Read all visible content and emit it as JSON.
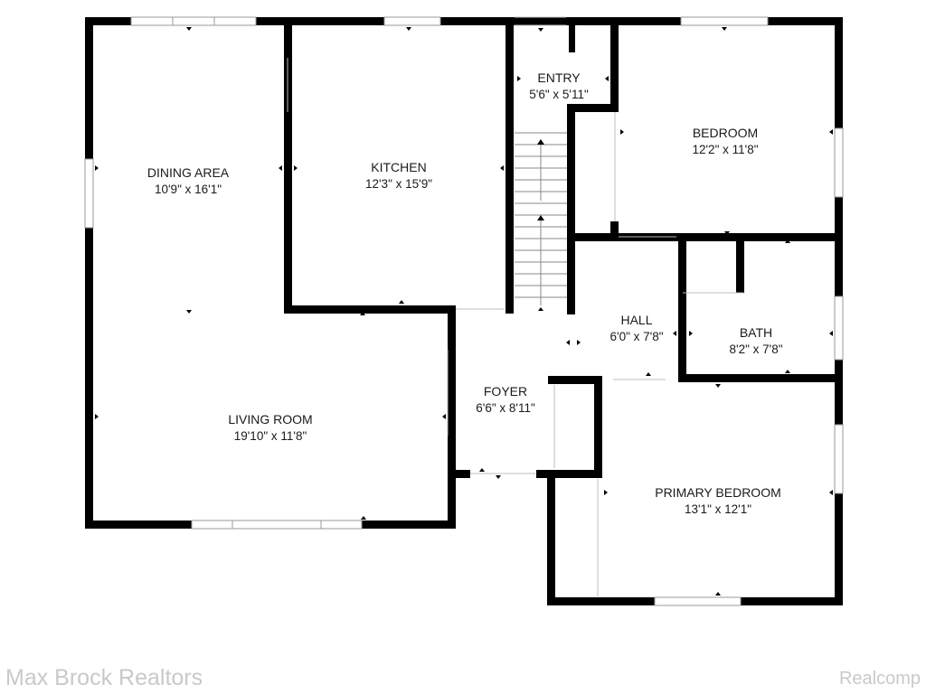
{
  "rooms": {
    "dining": {
      "name": "DINING AREA",
      "dims": "10'9\" x 16'1\""
    },
    "kitchen": {
      "name": "KITCHEN",
      "dims": "12'3\" x 15'9\""
    },
    "entry": {
      "name": "ENTRY",
      "dims": "5'6\" x 5'11\""
    },
    "bedroom": {
      "name": "BEDROOM",
      "dims": "12'2\" x 11'8\""
    },
    "hall": {
      "name": "HALL",
      "dims": "6'0\" x 7'8\""
    },
    "bath": {
      "name": "BATH",
      "dims": "8'2\" x 7'8\""
    },
    "foyer": {
      "name": "FOYER",
      "dims": "6'6\" x 8'11\""
    },
    "living": {
      "name": "LIVING ROOM",
      "dims": "19'10\" x 11'8\""
    },
    "primary": {
      "name": "PRIMARY BEDROOM",
      "dims": "13'1\" x 12'1\""
    }
  },
  "watermarks": {
    "left": "Max Brock Realtors",
    "right": "Realcomp"
  },
  "colors": {
    "wall": "#000000",
    "window": "#9a9a9a",
    "watermark": "#c9c9c9"
  }
}
